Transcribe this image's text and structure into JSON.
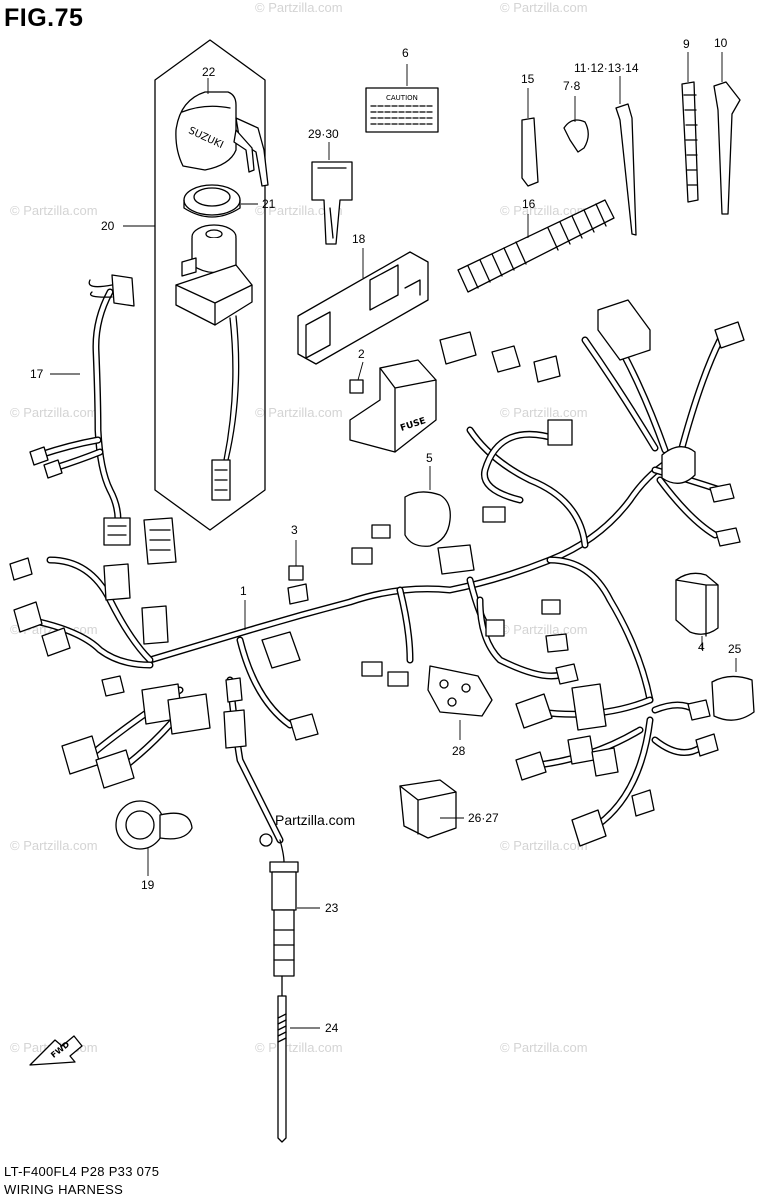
{
  "figure": {
    "title": "FIG.75"
  },
  "caption_text": "CAUTION",
  "fuse_text": "FUSE",
  "brand_text": "SUZUKI",
  "fwd_text": "FWD",
  "callouts": {
    "c1": "1",
    "c2": "2",
    "c3": "3",
    "c4": "4",
    "c5": "5",
    "c6": "6",
    "c7_8": "7·8",
    "c9": "9",
    "c10": "10",
    "c11_14": "11·12·13·14",
    "c15": "15",
    "c16": "16",
    "c17": "17",
    "c18": "18",
    "c19": "19",
    "c20": "20",
    "c21": "21",
    "c22": "22",
    "c23": "23",
    "c24": "24",
    "c25": "25",
    "c26_27": "26·27",
    "c28": "28",
    "c29_30": "29·30"
  },
  "watermark": {
    "text": "© Partzilla.com",
    "center_text": "Partzilla.com"
  },
  "footer": {
    "code": "LT-F400FL4  P28  P33  075",
    "name": "WIRING HARNESS"
  }
}
